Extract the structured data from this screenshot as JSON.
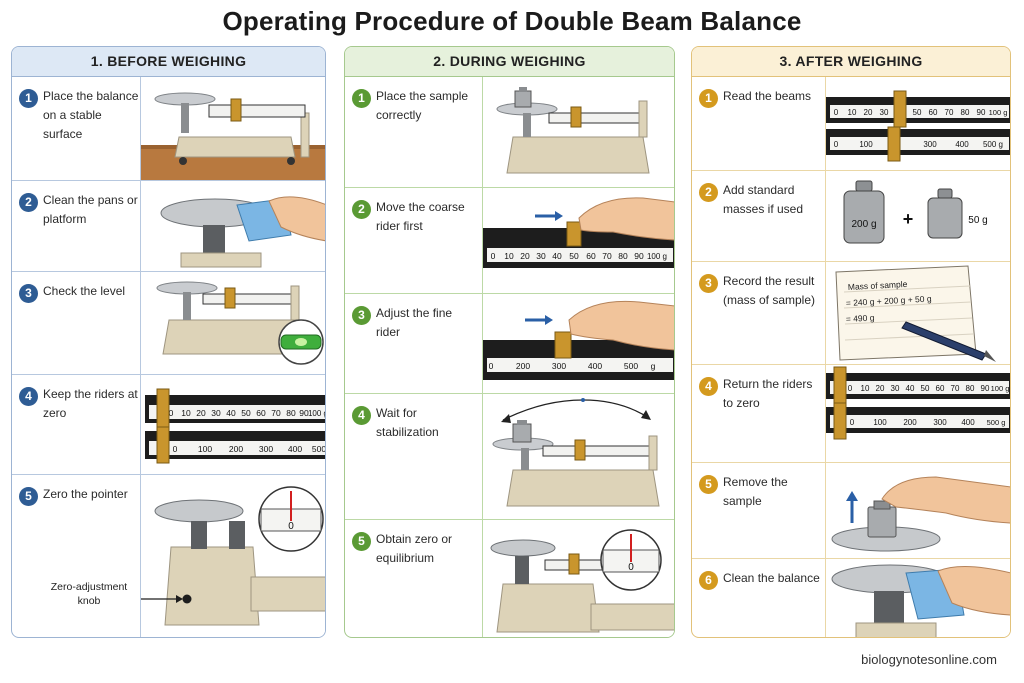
{
  "title": "Operating Procedure of Double Beam Balance",
  "footer": "biologynotesonline.com",
  "colors": {
    "before": "#2e5c94",
    "during": "#5a9a34",
    "after": "#d49a1e"
  },
  "before": {
    "heading": "1. BEFORE WEIGHING",
    "steps": [
      {
        "num": "1",
        "text": "Place the balance on a stable surface"
      },
      {
        "num": "2",
        "text": "Clean the pans or platform"
      },
      {
        "num": "3",
        "text": "Check the level"
      },
      {
        "num": "4",
        "text": "Keep the riders at zero"
      },
      {
        "num": "5",
        "text": "Zero the pointer"
      }
    ],
    "zero_knob_label": "Zero-adjustment knob",
    "beam_top_ticks": [
      "0",
      "10",
      "20",
      "30",
      "40",
      "50",
      "60",
      "70",
      "80",
      "90",
      "100 g"
    ],
    "beam_bottom_ticks": [
      "0",
      "100",
      "200",
      "300",
      "400",
      "500"
    ],
    "pointer_zero": "0"
  },
  "during": {
    "heading": "2. DURING WEIGHING",
    "steps": [
      {
        "num": "1",
        "text": "Place the sample correctly"
      },
      {
        "num": "2",
        "text": "Move the coarse rider first"
      },
      {
        "num": "3",
        "text": "Adjust the fine rider"
      },
      {
        "num": "4",
        "text": "Wait for stabilization"
      },
      {
        "num": "5",
        "text": "Obtain zero or equilibrium"
      }
    ],
    "coarse_ticks": [
      "0",
      "10",
      "20",
      "30",
      "40",
      "50",
      "60",
      "70",
      "80",
      "90",
      "100 g"
    ],
    "fine_ticks": [
      "0",
      "200",
      "300",
      "400",
      "500",
      "g"
    ],
    "pointer_zero": "0"
  },
  "after": {
    "heading": "3. AFTER WEIGHING",
    "steps": [
      {
        "num": "1",
        "text": "Read the beams"
      },
      {
        "num": "2",
        "text": "Add standard masses if used"
      },
      {
        "num": "3",
        "text": "Record the result (mass of sample)"
      },
      {
        "num": "4",
        "text": "Return the riders to zero"
      },
      {
        "num": "5",
        "text": "Remove the sample"
      },
      {
        "num": "6",
        "text": "Clean the balance"
      }
    ],
    "read_top_ticks": [
      "0",
      "10",
      "20",
      "30",
      "40",
      "50",
      "60",
      "70",
      "80",
      "90",
      "100 g"
    ],
    "read_bottom_ticks": [
      "0",
      "100",
      "300",
      "400",
      "500 g"
    ],
    "mass_a": "200 g",
    "plus_sign": "+",
    "mass_b": "50 g",
    "note_lines": [
      "Mass of sample",
      "= 240 g + 200 g + 50 g",
      "= 490 g"
    ],
    "return_top_ticks": [
      "0",
      "10",
      "20",
      "30",
      "40",
      "50",
      "60",
      "70",
      "80",
      "90",
      "100 g"
    ],
    "return_bottom_ticks": [
      "0",
      "100",
      "200",
      "300",
      "400",
      "500 g"
    ]
  }
}
